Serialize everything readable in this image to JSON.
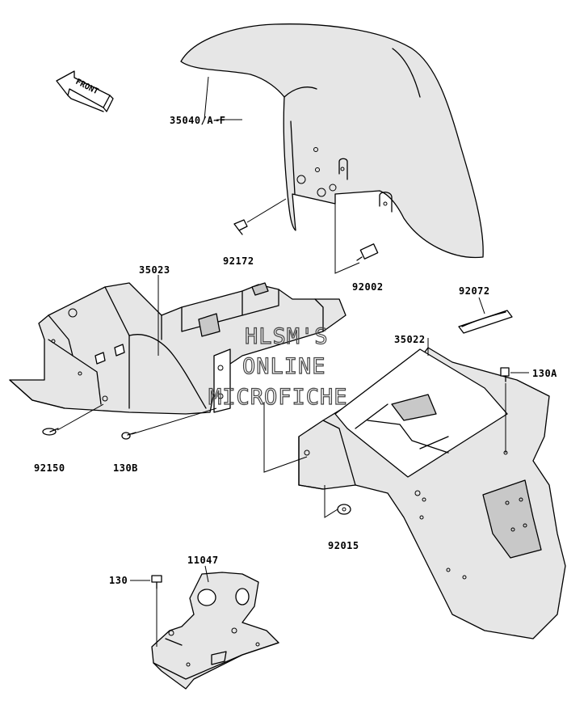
{
  "diagram": {
    "front_indicator": "FRONT",
    "watermark": [
      "HLSM'S",
      "ONLINE",
      "MICROFICHE"
    ],
    "parts": [
      {
        "id": "35040",
        "label": "35040/A~F"
      },
      {
        "id": "92172",
        "label": "92172"
      },
      {
        "id": "92002",
        "label": "92002"
      },
      {
        "id": "35023",
        "label": "35023"
      },
      {
        "id": "92072",
        "label": "92072"
      },
      {
        "id": "35022",
        "label": "35022"
      },
      {
        "id": "130A",
        "label": "130A"
      },
      {
        "id": "92150",
        "label": "92150"
      },
      {
        "id": "130B",
        "label": "130B"
      },
      {
        "id": "92015",
        "label": "92015"
      },
      {
        "id": "11047",
        "label": "11047"
      },
      {
        "id": "130",
        "label": "130"
      }
    ]
  }
}
